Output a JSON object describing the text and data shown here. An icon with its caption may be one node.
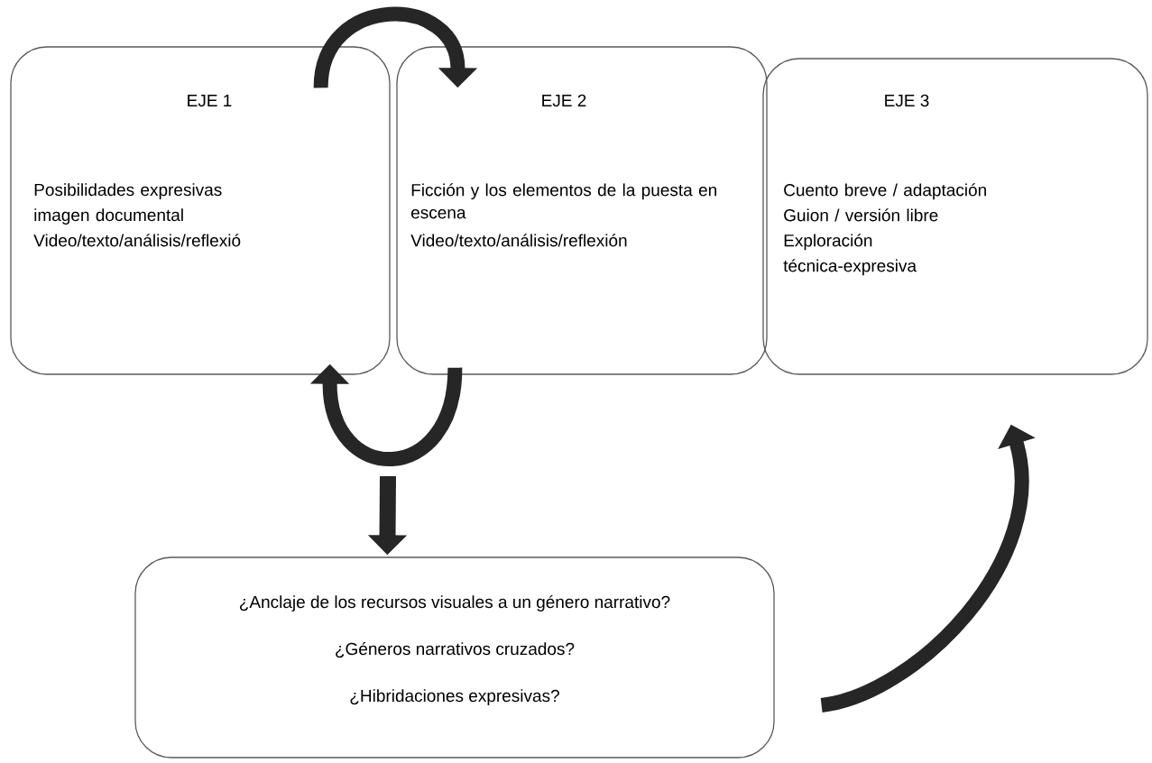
{
  "diagram": {
    "nodes": [
      {
        "text": [
          "EJE 1",
          "Posibilidades expresivas",
          "imagen documental",
          "Video/texto/análisis/reflexió"
        ]
      },
      {
        "text": [
          "EJE 2",
          "Ficción y los elementos de la puesta en escena",
          "Video/texto/análisis/reflexión"
        ]
      },
      {
        "text": [
          "EJE 3",
          "Cuento breve / adaptación",
          "Guion / versión libre",
          "Exploración",
          "técnica-expresiva"
        ]
      },
      {
        "text": [
          "¿Anclaje de los recursos visuales a un género narrativo?",
          "¿Géneros narrativos cruzados?",
          "¿Hibridaciones expresivas?"
        ]
      }
    ],
    "edges": [
      {
        "from": 0,
        "to": 1,
        "arrow": "to"
      },
      {
        "from": 1,
        "to": 0,
        "arrow": "to"
      },
      {
        "from": null,
        "to": 3,
        "arrow": "to"
      },
      {
        "from": 3,
        "to": 2,
        "arrow": "to"
      }
    ]
  }
}
